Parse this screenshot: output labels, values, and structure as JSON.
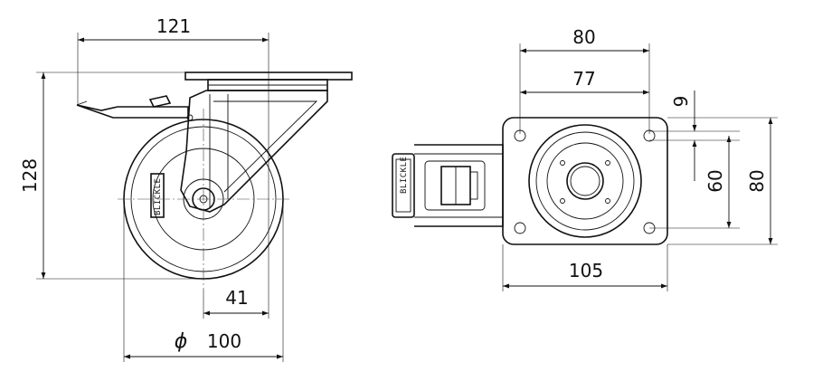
{
  "dimensions": {
    "overall_width": "121",
    "overall_height": "128",
    "offset": "41",
    "diameter_symbol": "ϕ",
    "wheel_diameter": "100",
    "plate_width": "80",
    "bolt_spacing_x": "77",
    "bolt_hole": "9",
    "bolt_spacing_y": "60",
    "plate_height": "80",
    "plate_length": "105"
  },
  "wheel_brand": "BLICKLE",
  "colors": {
    "line": "#111111",
    "background": "#ffffff"
  }
}
